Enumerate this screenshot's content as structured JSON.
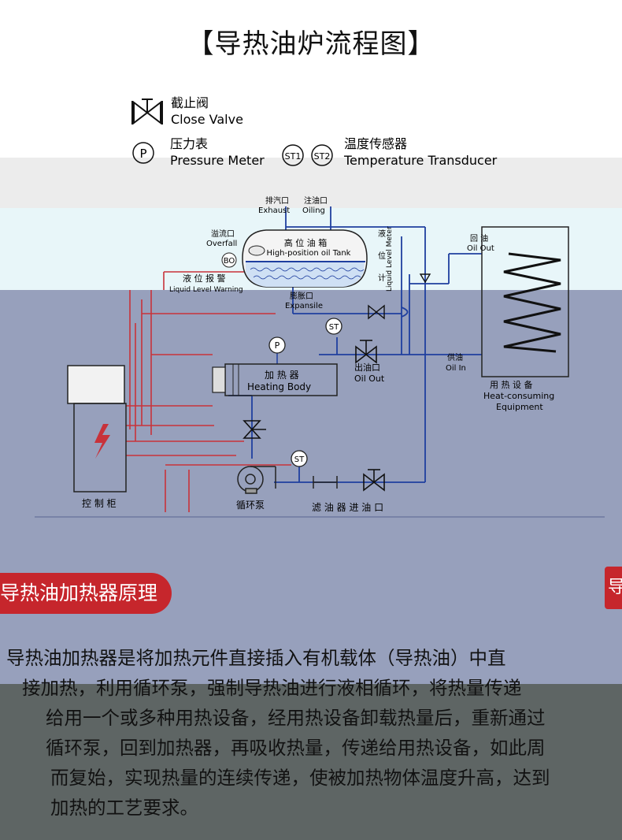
{
  "title": "【导热油炉流程图】",
  "legend": {
    "close_valve_cn": "截止阀",
    "close_valve_en": "Close Valve",
    "pressure_meter_symbol": "P",
    "pressure_meter_cn": "压力表",
    "pressure_meter_en": "Pressure Meter",
    "st1": "ST1",
    "st2": "ST2",
    "temp_cn": "温度传感器",
    "temp_en": "Temperature  Transducer"
  },
  "labels": {
    "exhaust_cn": "排汽口",
    "exhaust_en": "Exhaust",
    "oiling_cn": "注油口",
    "oiling_en": "Oiling",
    "overfall_cn": "溢流口",
    "overfall_en": "Overfall",
    "tank_cn": "高 位 油 箱",
    "tank_en": "High-position oil Tank",
    "bo": "BO",
    "level_meter_en": "Liquid Level Meter",
    "level_cn_a": "液",
    "level_cn_b": "位",
    "level_cn_c": "计",
    "alarm_cn": "液 位 报 警",
    "alarm_en": "Liquid Level Warning",
    "expansion_cn": "膨胀口",
    "expansion_en": "Expansile",
    "return_cn": "回 油",
    "return_en": "Oil Out",
    "supply_cn": "供油",
    "supply_en": "Oil In",
    "outlet_cn": "出油口",
    "outlet_en": "Oil Out",
    "heater_cn": "加 热 器",
    "heater_en": "Heating Body",
    "user_cn": "用 热 设 备",
    "user_en1": "Heat-consuming",
    "user_en2": "Equipment",
    "pump_cn": "循环泵",
    "cabinet_cn": "控 制 柜",
    "filter_cn": "滤 油 器 进 油 口",
    "st": "ST",
    "p": "P"
  },
  "section_heading": "导热油加热器原理",
  "side_tab": "导",
  "description": [
    "导热油加热器是将加热元件直接插入有机载体（导热油）中直",
    "接加热，利用循环泵，强制导热油进行液相循环，将热量传递",
    "给用一个或多种用热设备，经用热设备卸载热量后，重新通过",
    "循环泵，回到加热器，再吸收热量，传递给用热设备，如此周",
    "而复始，实现热量的连续传递，使被加热物体温度升高，达到",
    "加热的工艺要求。"
  ],
  "colors": {
    "red_accent": "#c6262c",
    "band_light": "#e9f5f8",
    "band_slate": "#98a1bd",
    "band_dark": "#5f6665",
    "pipe_blue": "#1f3f9f",
    "wire_red": "#c8323a"
  }
}
